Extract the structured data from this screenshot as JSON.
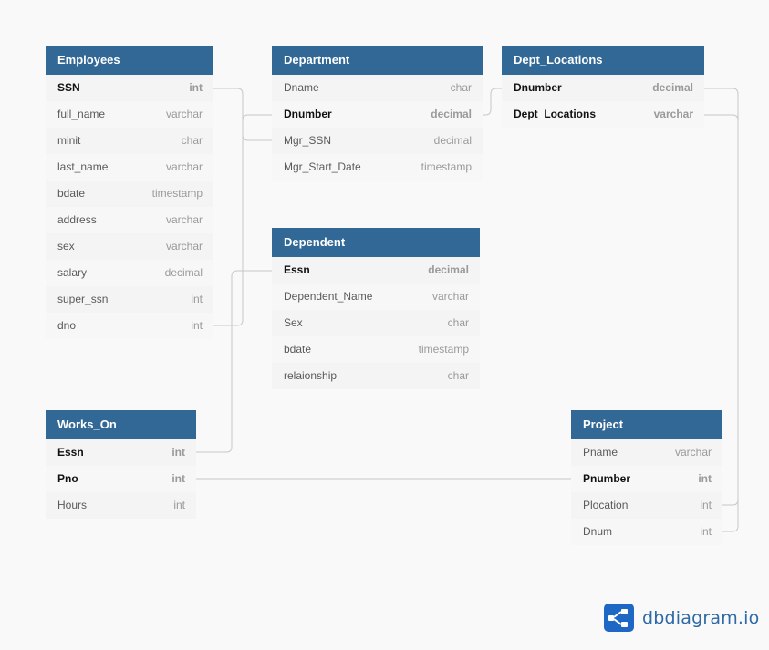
{
  "tables": {
    "employees": {
      "title": "Employees",
      "columns": [
        {
          "name": "SSN",
          "type": "int",
          "pk": true
        },
        {
          "name": "full_name",
          "type": "varchar"
        },
        {
          "name": "minit",
          "type": "char"
        },
        {
          "name": "last_name",
          "type": "varchar"
        },
        {
          "name": "bdate",
          "type": "timestamp"
        },
        {
          "name": "address",
          "type": "varchar"
        },
        {
          "name": "sex",
          "type": "varchar"
        },
        {
          "name": "salary",
          "type": "decimal"
        },
        {
          "name": "super_ssn",
          "type": "int"
        },
        {
          "name": "dno",
          "type": "int"
        }
      ]
    },
    "department": {
      "title": "Department",
      "columns": [
        {
          "name": "Dname",
          "type": "char"
        },
        {
          "name": "Dnumber",
          "type": "decimal",
          "pk": true
        },
        {
          "name": "Mgr_SSN",
          "type": "decimal"
        },
        {
          "name": "Mgr_Start_Date",
          "type": "timestamp"
        }
      ]
    },
    "dept_locations": {
      "title": "Dept_Locations",
      "columns": [
        {
          "name": "Dnumber",
          "type": "decimal",
          "pk": true
        },
        {
          "name": "Dept_Locations",
          "type": "varchar",
          "pk": true
        }
      ]
    },
    "dependent": {
      "title": "Dependent",
      "columns": [
        {
          "name": "Essn",
          "type": "decimal",
          "pk": true
        },
        {
          "name": "Dependent_Name",
          "type": "varchar"
        },
        {
          "name": "Sex",
          "type": "char"
        },
        {
          "name": "bdate",
          "type": "timestamp"
        },
        {
          "name": "relaionship",
          "type": "char"
        }
      ]
    },
    "works_on": {
      "title": "Works_On",
      "columns": [
        {
          "name": "Essn",
          "type": "int",
          "pk": true
        },
        {
          "name": "Pno",
          "type": "int",
          "pk": true
        },
        {
          "name": "Hours",
          "type": "int"
        }
      ]
    },
    "project": {
      "title": "Project",
      "columns": [
        {
          "name": "Pname",
          "type": "varchar"
        },
        {
          "name": "Pnumber",
          "type": "int",
          "pk": true
        },
        {
          "name": "Plocation",
          "type": "int"
        },
        {
          "name": "Dnum",
          "type": "int"
        }
      ]
    }
  },
  "brand": {
    "text": "dbdiagram.io",
    "icon": "share-nodes-icon",
    "color": "#2e6aa6"
  },
  "colors": {
    "header": "#316896",
    "connector": "#c8c8c8"
  }
}
